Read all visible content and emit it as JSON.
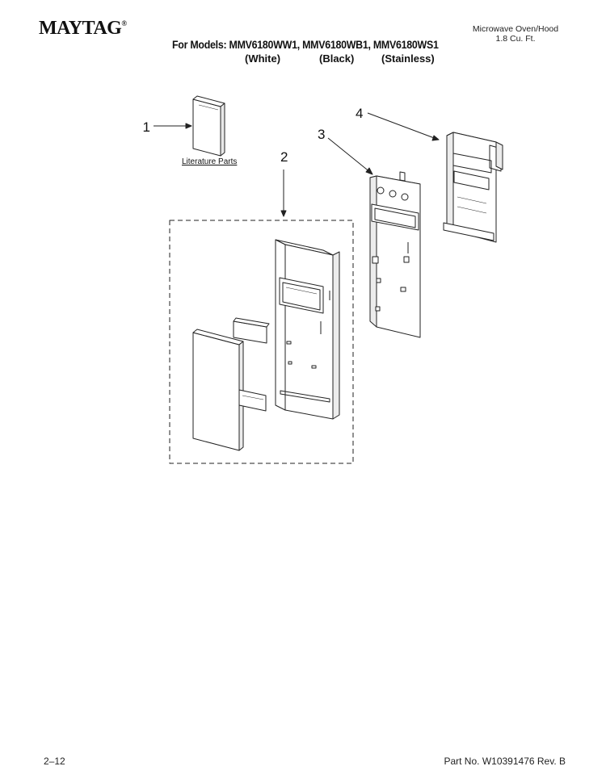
{
  "header": {
    "brand": "MAYTAG",
    "brand_mark": "®",
    "product_line1": "Microwave Oven/Hood",
    "product_line2": "1.8 Cu. Ft.",
    "models_line": "For Models: MMV6180WW1, MMV6180WB1, MMV6180WS1",
    "finish_white": "(White)",
    "finish_black": "(Black)",
    "finish_stainless": "(Stainless)"
  },
  "diagram": {
    "callouts": {
      "c1": "1",
      "c2": "2",
      "c3": "3",
      "c4": "4"
    },
    "literature_label": "Literature Parts"
  },
  "footer": {
    "page": "2–12",
    "part_number": "Part No. W10391476 Rev. B"
  }
}
